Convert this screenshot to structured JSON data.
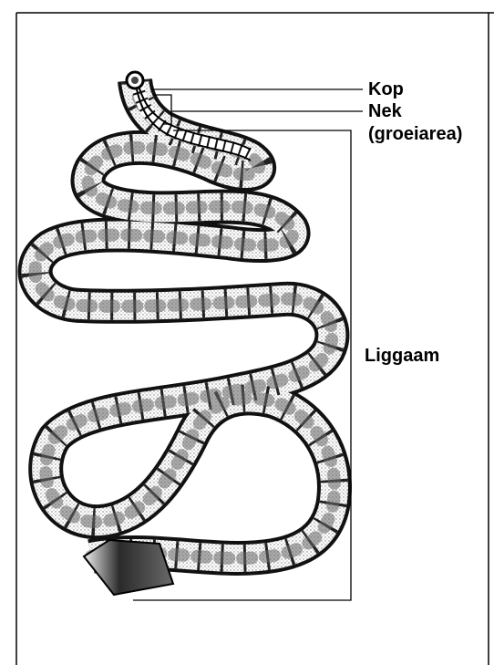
{
  "labels": {
    "head": "Kop",
    "neck_line1": "Nek",
    "neck_line2": "(groeiarea)",
    "body": "Liggaam"
  },
  "colors": {
    "ink": "#000000",
    "segment_fill": "#f5f5f5",
    "segment_shade": "#555555",
    "background": "#ffffff"
  }
}
